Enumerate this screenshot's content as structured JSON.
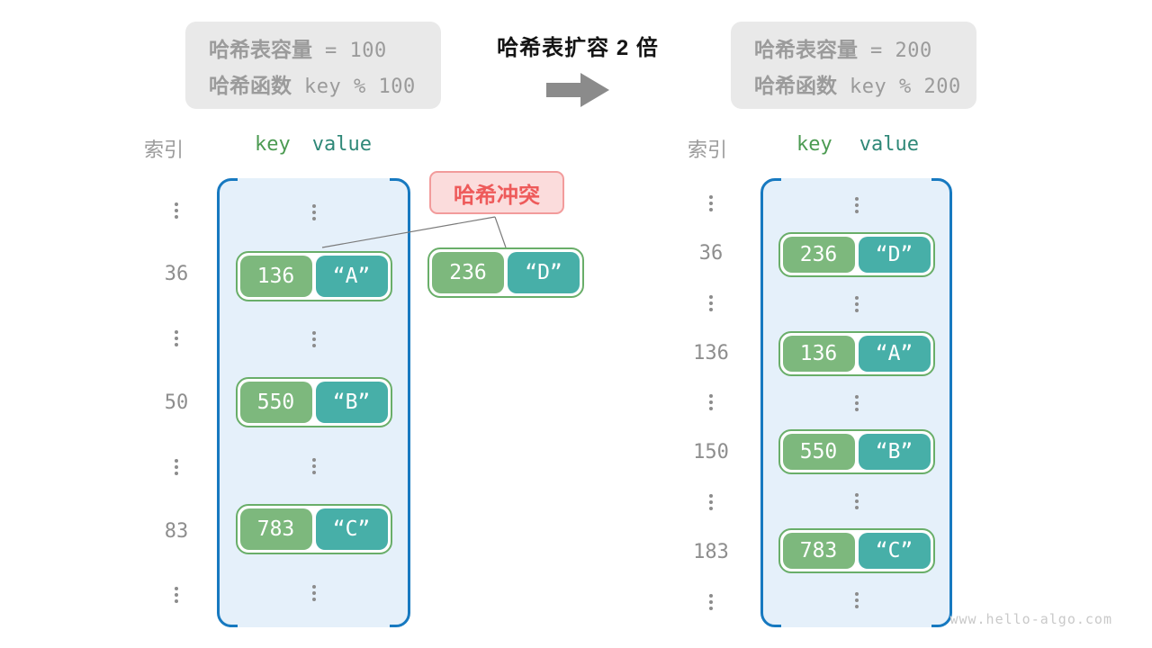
{
  "header": {
    "title": "哈希表扩容 2 倍",
    "before_box": {
      "capacity_label": "哈希表容量",
      "capacity_code": "= 100",
      "function_label": "哈希函数",
      "function_code": "key % 100"
    },
    "after_box": {
      "capacity_label": "哈希表容量",
      "capacity_code": "= 200",
      "function_label": "哈希函数",
      "function_code": "key % 200"
    },
    "arrow_icon": "right-block-arrow"
  },
  "collision": {
    "label": "哈希冲突"
  },
  "floating_pair": {
    "key": "236",
    "value": "“D”"
  },
  "tables": {
    "left": {
      "index_header": "索引",
      "key_header": "key",
      "value_header": "value",
      "rows": [
        {
          "type": "ellipsis"
        },
        {
          "type": "pair",
          "index": "36",
          "key": "136",
          "value": "“A”"
        },
        {
          "type": "ellipsis"
        },
        {
          "type": "pair",
          "index": "50",
          "key": "550",
          "value": "“B”"
        },
        {
          "type": "ellipsis"
        },
        {
          "type": "pair",
          "index": "83",
          "key": "783",
          "value": "“C”"
        },
        {
          "type": "ellipsis"
        }
      ]
    },
    "right": {
      "index_header": "索引",
      "key_header": "key",
      "value_header": "value",
      "rows": [
        {
          "type": "ellipsis"
        },
        {
          "type": "pair",
          "index": "36",
          "key": "236",
          "value": "“D”"
        },
        {
          "type": "ellipsis"
        },
        {
          "type": "pair",
          "index": "136",
          "key": "136",
          "value": "“A”"
        },
        {
          "type": "ellipsis"
        },
        {
          "type": "pair",
          "index": "150",
          "key": "550",
          "value": "“B”"
        },
        {
          "type": "ellipsis"
        },
        {
          "type": "pair",
          "index": "183",
          "key": "783",
          "value": "“C”"
        },
        {
          "type": "ellipsis"
        }
      ]
    }
  },
  "colors": {
    "table_border_blue": "#1779c0",
    "table_fill_blue": "#e5f0fa",
    "key_green": "#7db87d",
    "value_teal": "#47afa8",
    "pair_border_green": "#69ae69",
    "collision_red": "#ee5a5a",
    "collision_bg": "#fbdcdc",
    "gray_text": "#9b9b9b",
    "arrow_gray": "#8b8b8b"
  },
  "watermark": "www.hello-algo.com"
}
